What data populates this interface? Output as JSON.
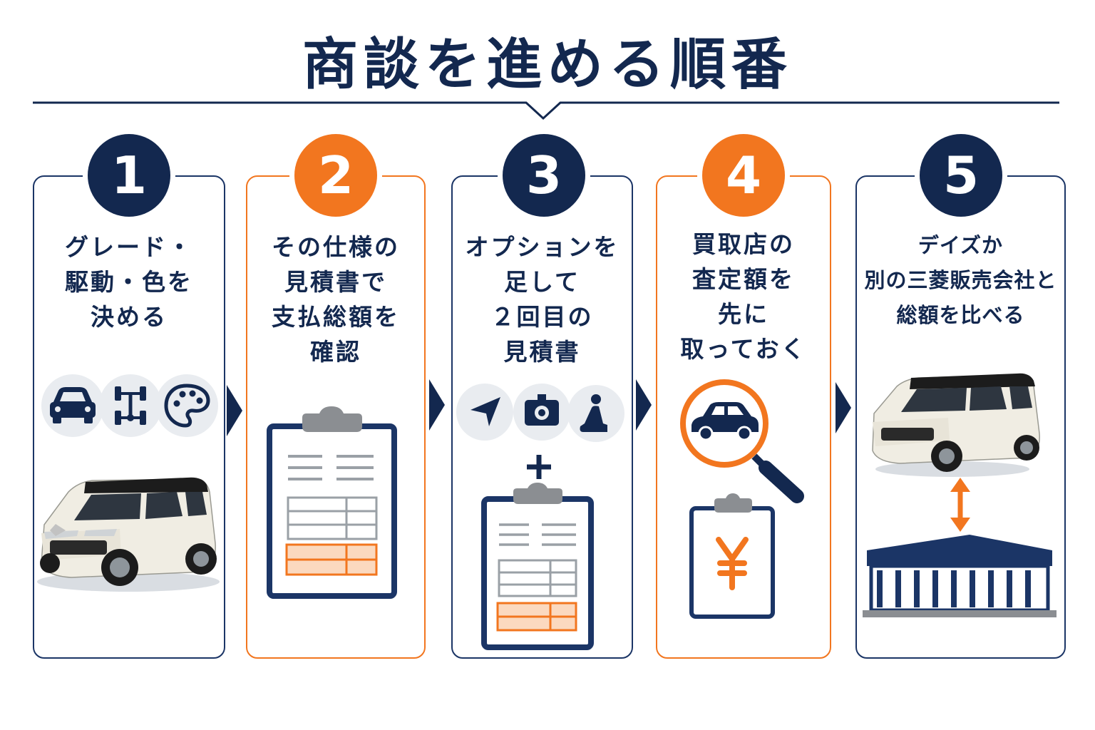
{
  "title": "商談を進める順番",
  "colors": {
    "navy": "#13284f",
    "orange": "#f2761f",
    "light_orange": "#fbd9bf",
    "grey_circle": "#e9ecf0"
  },
  "steps": [
    {
      "number": "1",
      "text": "グレード・\n駆動・色を\n決める",
      "icons": [
        "car-icon",
        "drivetrain-icon",
        "palette-icon"
      ],
      "image": "kei-car-illustration"
    },
    {
      "number": "2",
      "text": "その仕様の\n見積書で\n支払総額を\n確認",
      "image": "clipboard-estimate-icon"
    },
    {
      "number": "3",
      "text": "オプションを\n足して\n２回目の\n見積書",
      "icons": [
        "navigation-icon",
        "dashcam-icon",
        "car-seat-icon"
      ],
      "image": "clipboard-estimate-icon"
    },
    {
      "number": "4",
      "text": "買取店の\n査定額を\n先に\n取っておく",
      "icons": [
        "magnifier-car-icon"
      ],
      "image": "yen-clipboard-icon"
    },
    {
      "number": "5",
      "text": "デイズか\n別の三菱販売会社と\n総額を比べる",
      "icons": [
        "double-arrow-icon"
      ],
      "image": "dealership-icon"
    }
  ]
}
